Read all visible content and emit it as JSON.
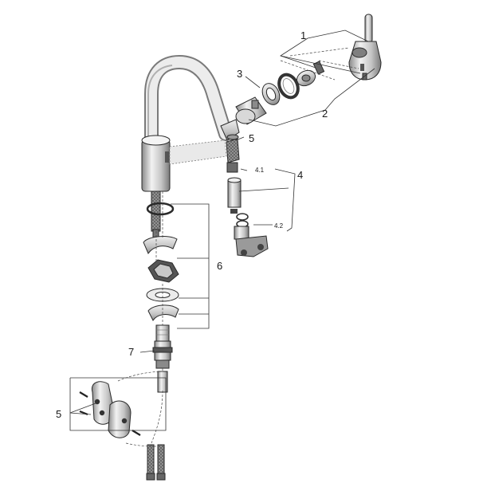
{
  "callouts": {
    "c1": "1",
    "c2": "2",
    "c3": "3",
    "c4": "4",
    "c4_1": "4.1",
    "c4_2": "4.2",
    "c5_hose": "5",
    "c5_clip": "5",
    "c6": "6",
    "c7": "7"
  },
  "colors": {
    "ink": "#2a2a2a",
    "chrome_light": "#e4e4e4",
    "chrome_mid": "#b8b8b8",
    "chrome_dark": "#7d7d7d",
    "rubber": "#3a3a3a",
    "background": "#ffffff"
  }
}
